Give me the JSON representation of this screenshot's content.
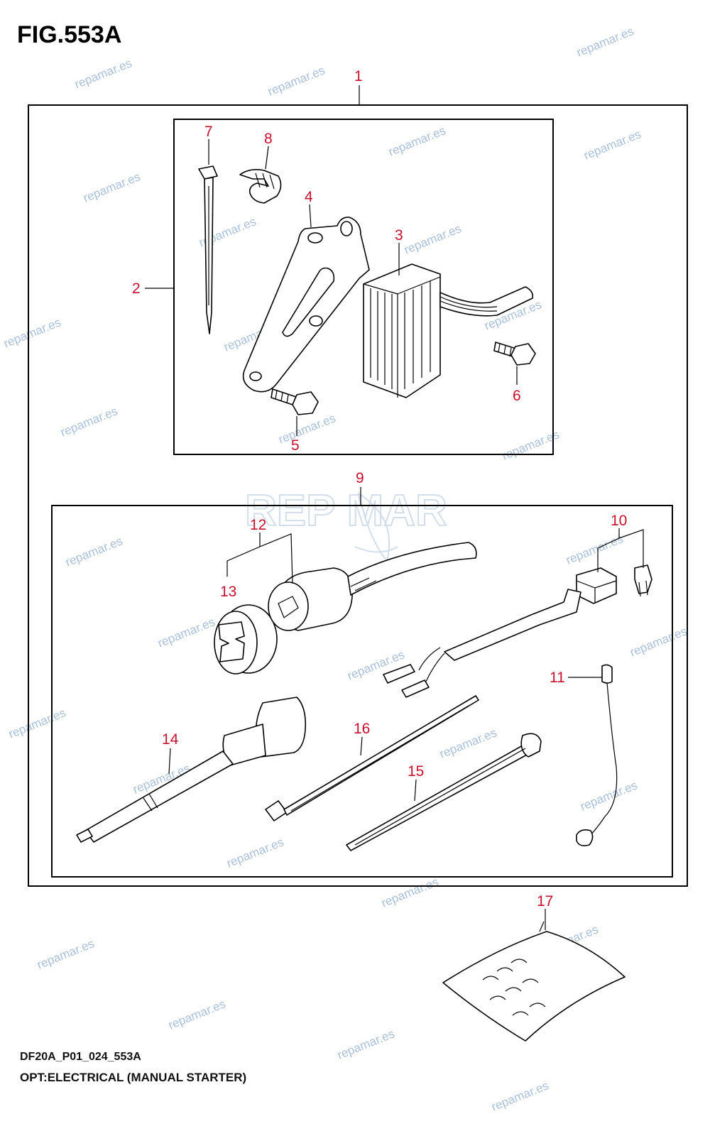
{
  "figure": {
    "title": "FIG.553A"
  },
  "footer": {
    "code": "DF20A_P01_024_553A",
    "description": "OPT:ELECTRICAL (MANUAL STARTER)"
  },
  "watermark": {
    "text": "repamar.es",
    "logo_text": "REP MAR"
  },
  "callouts": [
    "1",
    "2",
    "3",
    "4",
    "5",
    "6",
    "7",
    "8",
    "9",
    "10",
    "11",
    "12",
    "13",
    "14",
    "15",
    "16",
    "17"
  ],
  "colors": {
    "callout": "#c8102e",
    "watermark": "#a9c0dc",
    "lines": "#000000"
  }
}
